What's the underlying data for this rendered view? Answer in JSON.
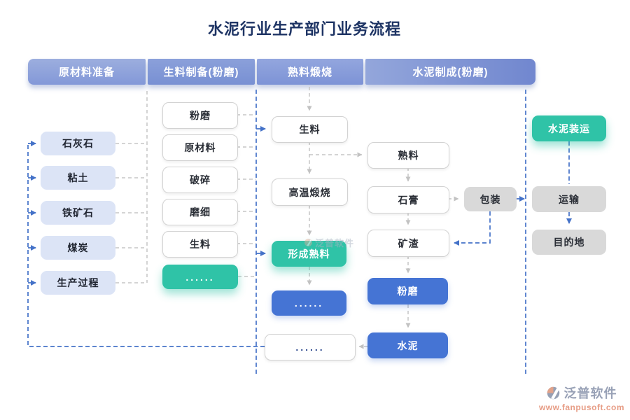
{
  "title": "水泥行业生产部门业务流程",
  "header": {
    "columns": [
      "原材料准备",
      "生料制备(粉磨)",
      "熟料煅烧",
      "水泥制成(粉磨)"
    ]
  },
  "lanes": {
    "raw_prep": {
      "boxes": [
        "石灰石",
        "粘土",
        "铁矿石",
        "煤炭",
        "生产过程"
      ]
    },
    "raw_meal": {
      "boxes": [
        "粉磨",
        "原材料",
        "破碎",
        "磨细",
        "生料",
        "......"
      ]
    },
    "clinker": {
      "boxes": [
        "生料",
        "高温煅烧",
        "形成熟料",
        "......"
      ]
    },
    "cement": {
      "boxes": [
        "熟料",
        "石膏",
        "矿渣",
        "粉磨",
        "水泥"
      ],
      "packaging": "包装"
    },
    "shipping": {
      "boxes": [
        "水泥装运",
        "运输",
        "目的地"
      ]
    },
    "more_output": "......"
  },
  "watermark": {
    "brand": "泛普软件",
    "url": "www.fanpusoft.com"
  },
  "colors": {
    "title_navy": "#1e3464",
    "header_blue": "#8298d8",
    "node_blue": "#4574d4",
    "node_teal": "#2fc3a7",
    "node_light": "#dce4f6",
    "node_gray": "#d9d9d9",
    "dash_blue": "#4472c8",
    "dash_gray": "#c6c6c6"
  }
}
